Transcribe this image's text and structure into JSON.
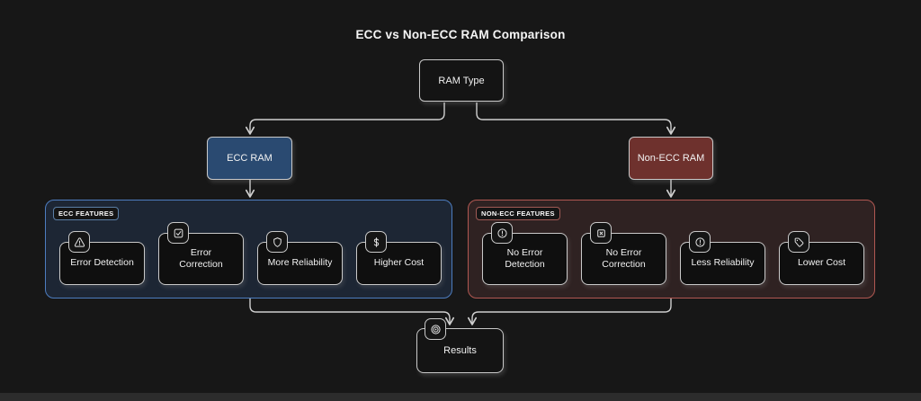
{
  "title": "ECC vs Non-ECC RAM Comparison",
  "colors": {
    "background": "#171717",
    "ecc_accent": "#4d7dc0",
    "non_ecc_accent": "#b15852",
    "ecc_node_bg": "#2a4a71",
    "non_ecc_node_bg": "#6e312d",
    "line": "#cfcfcf"
  },
  "nodes": {
    "ram_type": {
      "label": "RAM Type"
    },
    "ecc_ram": {
      "label": "ECC RAM"
    },
    "non_ecc_ram": {
      "label": "Non-ECC RAM"
    },
    "results": {
      "label": "Results",
      "icon": "target-icon"
    }
  },
  "groups": {
    "ecc": {
      "label": "ECC FEATURES",
      "items": [
        {
          "label": "Error Detection",
          "icon": "warning-triangle-icon"
        },
        {
          "label": "Error Correction",
          "icon": "checkbox-check-icon"
        },
        {
          "label": "More Reliability",
          "icon": "shield-icon"
        },
        {
          "label": "Higher Cost",
          "icon": "dollar-icon"
        }
      ]
    },
    "non_ecc": {
      "label": "NON-ECC FEATURES",
      "items": [
        {
          "label": "No Error Detection",
          "icon": "alert-circle-icon"
        },
        {
          "label": "No Error Correction",
          "icon": "x-square-icon"
        },
        {
          "label": "Less Reliability",
          "icon": "alert-circle-icon"
        },
        {
          "label": "Lower Cost",
          "icon": "tag-icon"
        }
      ]
    }
  }
}
